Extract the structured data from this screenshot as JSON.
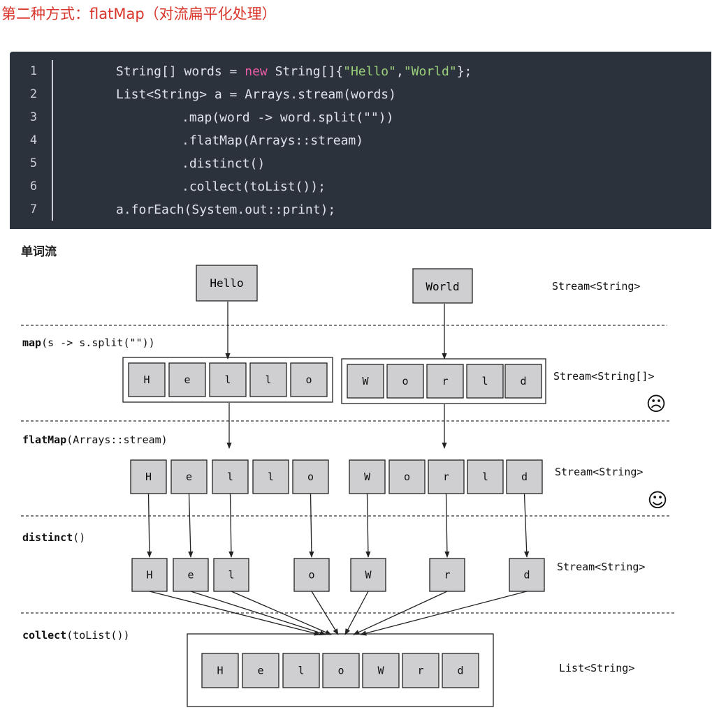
{
  "heading": "第二种方式：flatMap（对流扁平化处理）",
  "code": {
    "lines": [
      {
        "num": "1",
        "parts": [
          {
            "t": "String[] words = ",
            "c": "plain"
          },
          {
            "t": "new",
            "c": "kw"
          },
          {
            "t": " String[]{",
            "c": "plain"
          },
          {
            "t": "\"Hello\"",
            "c": "str"
          },
          {
            "t": ",",
            "c": "plain"
          },
          {
            "t": "\"World\"",
            "c": "str"
          },
          {
            "t": "};",
            "c": "plain"
          }
        ],
        "indent": 1
      },
      {
        "num": "2",
        "parts": [
          {
            "t": "List<String> a = Arrays.stream(words)",
            "c": "plain"
          }
        ],
        "indent": 1
      },
      {
        "num": "3",
        "parts": [
          {
            "t": ".map(word -> word.split(\"\"))",
            "c": "plain"
          }
        ],
        "indent": 2
      },
      {
        "num": "4",
        "parts": [
          {
            "t": ".flatMap(Arrays::stream)",
            "c": "plain"
          }
        ],
        "indent": 2
      },
      {
        "num": "5",
        "parts": [
          {
            "t": ".distinct()",
            "c": "plain"
          }
        ],
        "indent": 2
      },
      {
        "num": "6",
        "parts": [
          {
            "t": ".collect(toList());",
            "c": "plain"
          }
        ],
        "indent": 2
      },
      {
        "num": "7",
        "parts": [
          {
            "t": "a.forEach(System.out::print);",
            "c": "plain"
          }
        ],
        "indent": 1
      }
    ]
  },
  "diagram": {
    "title": "单词流",
    "words": [
      "Hello",
      "World"
    ],
    "stages": [
      {
        "op": "map",
        "args": "(s -> s.split(\"\"))",
        "type": "Stream<String[]>",
        "face": "☹"
      },
      {
        "op": "flatMap",
        "args": "(Arrays::stream)",
        "type": "Stream<String>",
        "face": "☺"
      },
      {
        "op": "distinct",
        "args": "()",
        "type": "Stream<String>"
      },
      {
        "op": "collect",
        "args": "(toList())",
        "type": "List<String>"
      }
    ],
    "top_type": "Stream<String>",
    "map_groups": [
      [
        "H",
        "e",
        "l",
        "l",
        "o"
      ],
      [
        "W",
        "o",
        "r",
        "l",
        "d"
      ]
    ],
    "flat_items": [
      "H",
      "e",
      "l",
      "l",
      "o",
      "W",
      "o",
      "r",
      "l",
      "d"
    ],
    "distinct_items": [
      "H",
      "e",
      "l",
      "o",
      "W",
      "r",
      "d"
    ],
    "list_items": [
      "H",
      "e",
      "l",
      "o",
      "W",
      "r",
      "d"
    ]
  }
}
